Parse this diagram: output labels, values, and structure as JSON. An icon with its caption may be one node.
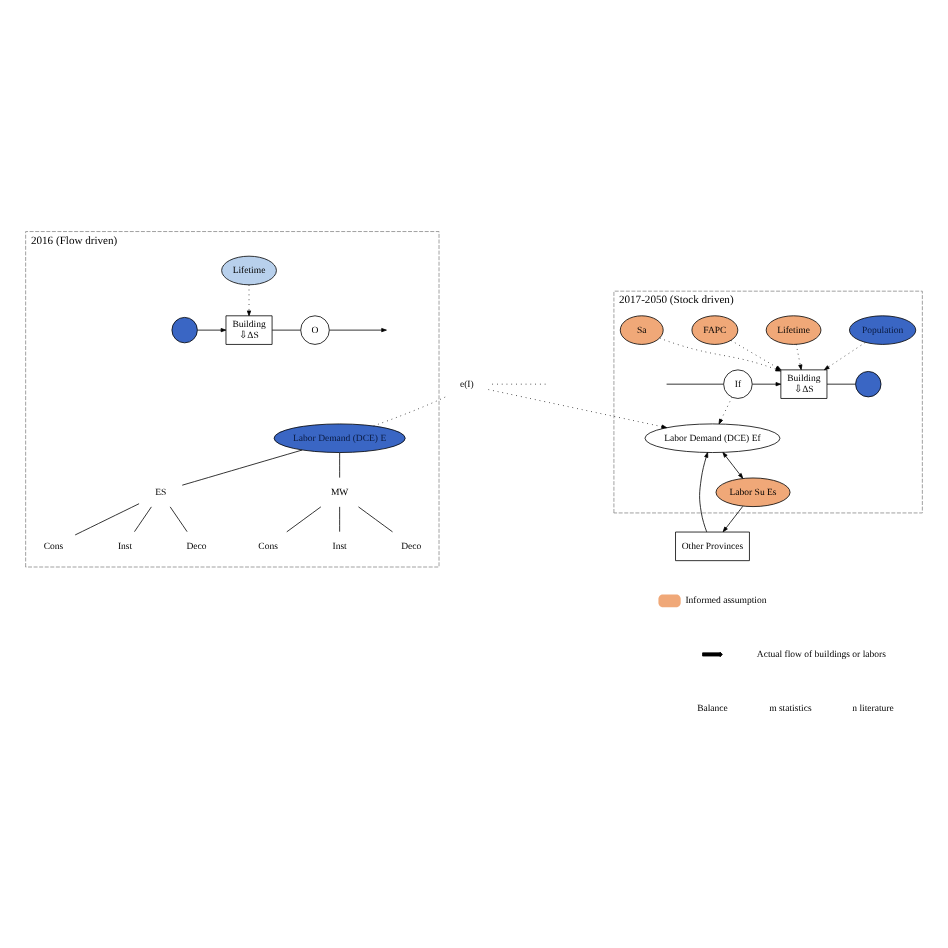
{
  "diagram": {
    "nodes": [
      {
        "text": [
          "2016 (Flow driven)"
        ]
      },
      {
        "text": [
          "Lifetime"
        ],
        "in": 0
      },
      {
        "text": [
          "Building",
          "⇩ΔS"
        ],
        "in": 0
      },
      {
        "text": [
          "O"
        ],
        "in": 0
      },
      {
        "text": [],
        "shape": "circle",
        "in": 0
      },
      {
        "text": [
          "Labor Demand (DCE) E"
        ],
        "in": 0
      },
      {
        "text": [
          "ES"
        ],
        "in": 0
      },
      {
        "text": [
          "MW"
        ],
        "in": 0
      },
      {
        "text": [
          "Cons"
        ],
        "in": 0
      },
      {
        "text": [
          "Inst"
        ],
        "in": 0
      },
      {
        "text": [
          "Deco"
        ],
        "in": 0
      },
      {
        "text": [
          "Cons"
        ],
        "in": 0
      },
      {
        "text": [
          "Inst"
        ],
        "in": 0
      },
      {
        "text": [
          "Deco"
        ],
        "in": 0
      },
      {
        "text": [
          "e(I)"
        ]
      },
      {
        "text": [
          "2017-2050 (Stock driven)"
        ]
      },
      {
        "text": [
          "Population"
        ],
        "in": 15
      },
      {
        "text": [
          "Lifetime"
        ],
        "in": 15
      },
      {
        "text": [
          "FAPC"
        ],
        "in": 15
      },
      {
        "text": [
          "Sa"
        ],
        "in": 15
      },
      {
        "text": [
          "If"
        ],
        "in": 15
      },
      {
        "text": [
          "Building",
          "⇩ΔS"
        ],
        "in": 15
      },
      {
        "text": [],
        "shape": "circle",
        "in": 15
      },
      {
        "text": [
          "Labor Demand (DCE) Ef"
        ],
        "in": 15
      },
      {
        "text": [
          "Labor Su Es"
        ],
        "in": 15
      },
      {
        "text": [
          "Other Provinces"
        ]
      }
    ],
    "edges": [
      {
        "from": 1,
        "to": 2,
        "arrow": "to",
        "style": "dashed"
      },
      {
        "from": 4,
        "to": 2,
        "arrow": "to"
      },
      {
        "from": 2,
        "to": 3,
        "arrow": "none"
      },
      {
        "from": 3,
        "to": null,
        "arrow": "to"
      },
      {
        "from": 16,
        "to": 21,
        "arrow": "to",
        "style": "dashed"
      },
      {
        "from": 17,
        "to": 21,
        "arrow": "to",
        "style": "dashed"
      },
      {
        "from": 18,
        "to": 21,
        "arrow": "to",
        "style": "dashed"
      },
      {
        "from": 19,
        "to": 21,
        "arrow": "to",
        "style": "dashed"
      },
      {
        "from": null,
        "to": 20,
        "arrow": "none"
      },
      {
        "from": 20,
        "to": 21,
        "arrow": "to"
      },
      {
        "from": 21,
        "to": 22,
        "arrow": "none"
      },
      {
        "from": null,
        "to": 14,
        "arrow": "none",
        "style": "dashed"
      },
      {
        "from": 14,
        "to": 5,
        "arrow": "none",
        "style": "dashed"
      },
      {
        "from": 14,
        "to": 23,
        "arrow": "to",
        "style": "dashed"
      },
      {
        "from": 20,
        "to": 23,
        "arrow": "to",
        "style": "dashed"
      },
      {
        "from": 5,
        "to": 6,
        "arrow": "none"
      },
      {
        "from": 5,
        "to": 7,
        "arrow": "none"
      },
      {
        "from": 6,
        "to": 8,
        "arrow": "none"
      },
      {
        "from": 6,
        "to": 9,
        "arrow": "none"
      },
      {
        "from": 6,
        "to": 10,
        "arrow": "none"
      },
      {
        "from": 7,
        "to": 11,
        "arrow": "none"
      },
      {
        "from": 7,
        "to": 12,
        "arrow": "none"
      },
      {
        "from": 7,
        "to": 13,
        "arrow": "none"
      },
      {
        "from": 23,
        "to": 24,
        "arrow": "both"
      },
      {
        "from": 25,
        "to": 23,
        "arrow": "to"
      },
      {
        "from": 24,
        "to": 25,
        "arrow": "to"
      }
    ],
    "labels": [
      "Balance",
      "m statistics",
      "n literature"
    ],
    "legend": [
      {
        "text": "Informed assumption",
        "color": "#f0a878"
      },
      {
        "text": "Actual flow of buildings or labors"
      }
    ]
  }
}
